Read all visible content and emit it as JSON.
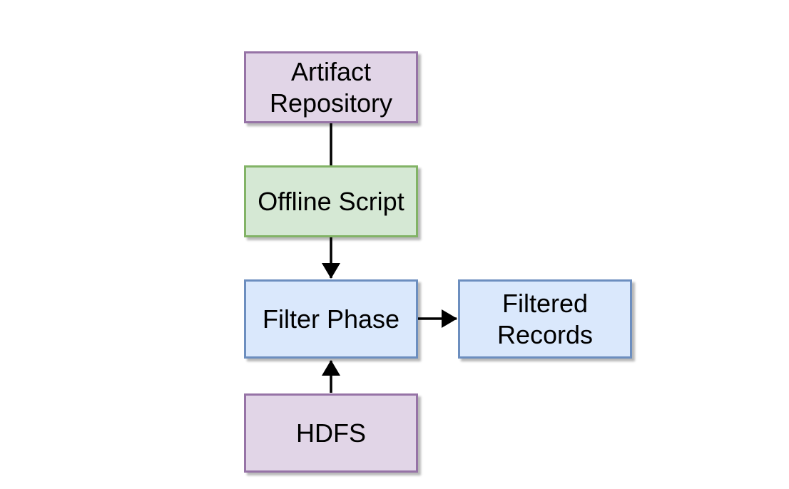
{
  "diagram": {
    "type": "flowchart",
    "background_color": "#ffffff",
    "edge_color": "#000000",
    "text_color": "#000000",
    "nodes": {
      "artifact_repository": {
        "label": "Artifact Repository",
        "fill": "#e1d5e7",
        "border": "#9673a6"
      },
      "offline_script": {
        "label": "Offline Script",
        "fill": "#d5e8d4",
        "border": "#82b366"
      },
      "filter_phase": {
        "label": "Filter Phase",
        "fill": "#dae8fc",
        "border": "#6c8ebf"
      },
      "filtered_records": {
        "label": "Filtered Records",
        "fill": "#dae8fc",
        "border": "#6c8ebf"
      },
      "hdfs": {
        "label": "HDFS",
        "fill": "#e1d5e7",
        "border": "#9673a6"
      }
    },
    "edges": [
      {
        "from": "artifact_repository",
        "to": "offline_script",
        "arrowhead": "none"
      },
      {
        "from": "offline_script",
        "to": "filter_phase",
        "arrowhead": "end"
      },
      {
        "from": "filter_phase",
        "to": "filtered_records",
        "arrowhead": "end"
      },
      {
        "from": "hdfs",
        "to": "filter_phase",
        "arrowhead": "end"
      }
    ]
  }
}
